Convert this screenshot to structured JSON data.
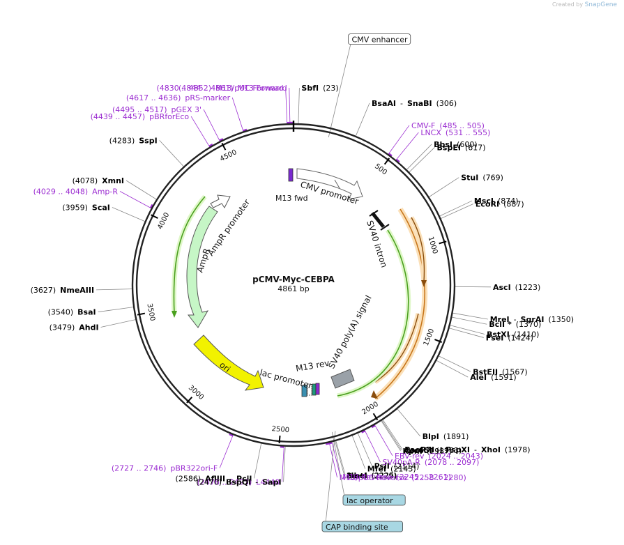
{
  "credit": {
    "prefix": "Created by",
    "brand": "SnapGene"
  },
  "plasmid": {
    "name": "pCMV-Myc-CEBPA",
    "length": "4861 bp",
    "total_bp": 4861
  },
  "colors": {
    "enzyme": "#000000",
    "primer": "#9b2dd1",
    "leader": "#888888",
    "backbone": "#222222",
    "amp": "#c9f7c9",
    "ori": "#f5f500",
    "orange_feature": "#e8861a",
    "green_feature": "#4ca21f"
  },
  "ruler": [
    {
      "bp": 500,
      "label": "500"
    },
    {
      "bp": 1000,
      "label": "1000"
    },
    {
      "bp": 1500,
      "label": "1500"
    },
    {
      "bp": 2000,
      "label": "2000"
    },
    {
      "bp": 2500,
      "label": "2500"
    },
    {
      "bp": 3000,
      "label": "3000"
    },
    {
      "bp": 3500,
      "label": "3500"
    },
    {
      "bp": 4000,
      "label": "4000"
    },
    {
      "bp": 4500,
      "label": "4500"
    }
  ],
  "right_labels": [
    {
      "bp": 23,
      "parts": [
        {
          "t": "SbfI",
          "b": true
        },
        {
          "t": "(23)"
        }
      ]
    },
    {
      "bp": 306,
      "parts": [
        {
          "t": "BsaAI",
          "b": true
        },
        {
          "t": "-"
        },
        {
          "t": "SnaBI",
          "b": true
        },
        {
          "t": "(306)"
        }
      ]
    },
    {
      "bp": 485,
      "kind": "primer",
      "parts": [
        {
          "t": "CMV-F"
        },
        {
          "t": "(485 .. 505)"
        }
      ]
    },
    {
      "bp": 531,
      "kind": "primer",
      "parts": [
        {
          "t": "LNCX"
        },
        {
          "t": "(531 .. 555)"
        }
      ]
    },
    {
      "bp": 600,
      "parts": [
        {
          "t": "BbsI",
          "b": true
        },
        {
          "t": "(600)"
        }
      ]
    },
    {
      "bp": 617,
      "parts": [
        {
          "t": "BspEI",
          "b": true
        },
        {
          "t": "(617)"
        }
      ]
    },
    {
      "bp": 769,
      "parts": [
        {
          "t": "StuI",
          "b": true
        },
        {
          "t": "(769)"
        }
      ]
    },
    {
      "bp": 874,
      "parts": [
        {
          "t": "MscI",
          "b": true
        },
        {
          "t": "(874)"
        }
      ]
    },
    {
      "bp": 887,
      "parts": [
        {
          "t": "EcoRI",
          "b": true
        },
        {
          "t": "(887)"
        }
      ]
    },
    {
      "bp": 1223,
      "parts": [
        {
          "t": "AscI",
          "b": true
        },
        {
          "t": "(1223)"
        }
      ]
    },
    {
      "bp": 1350,
      "parts": [
        {
          "t": "MreI",
          "b": true
        },
        {
          "t": "-"
        },
        {
          "t": "SgrAI",
          "b": true
        },
        {
          "t": "(1350)"
        }
      ]
    },
    {
      "bp": 1370,
      "parts": [
        {
          "t": "BclI *",
          "b": true
        },
        {
          "t": "(1370)"
        }
      ]
    },
    {
      "bp": 1410,
      "parts": [
        {
          "t": "BstXI",
          "b": true
        },
        {
          "t": "(1410)"
        }
      ]
    },
    {
      "bp": 1424,
      "parts": [
        {
          "t": "FseI",
          "b": true
        },
        {
          "t": "(1424)"
        }
      ]
    },
    {
      "bp": 1567,
      "parts": [
        {
          "t": "BstEII",
          "b": true
        },
        {
          "t": "(1567)"
        }
      ]
    },
    {
      "bp": 1591,
      "parts": [
        {
          "t": "AleI",
          "b": true
        },
        {
          "t": "(1591)"
        }
      ]
    },
    {
      "bp": 1891,
      "parts": [
        {
          "t": "BlpI",
          "b": true
        },
        {
          "t": "(1891)"
        }
      ]
    },
    {
      "bp": 1978,
      "parts": [
        {
          "t": "PaeR7I",
          "b": true
        },
        {
          "t": "-"
        },
        {
          "t": "PspXI",
          "b": true
        },
        {
          "t": "-"
        },
        {
          "t": "XhoI",
          "b": true
        },
        {
          "t": "(1978)"
        }
      ]
    },
    {
      "bp": 1983,
      "parts": [
        {
          "t": "Acc65I",
          "b": true
        },
        {
          "t": "(1983)"
        }
      ]
    },
    {
      "bp": 1987,
      "parts": [
        {
          "t": "KpnI",
          "b": true
        },
        {
          "t": "(1987)"
        }
      ]
    },
    {
      "bp": 2024,
      "kind": "primer",
      "parts": [
        {
          "t": "EBV-rev"
        },
        {
          "t": "(2024 .. 2043)"
        }
      ]
    },
    {
      "bp": 2078,
      "kind": "primer",
      "parts": [
        {
          "t": "SV40pA-R"
        },
        {
          "t": "(2078 .. 2097)"
        }
      ]
    },
    {
      "bp": 2114,
      "parts": [
        {
          "t": "PsiI",
          "b": true
        },
        {
          "t": "(2114)"
        }
      ]
    },
    {
      "bp": 2143,
      "parts": [
        {
          "t": "MfeI",
          "b": true
        },
        {
          "t": "(2143)"
        }
      ]
    },
    {
      "bp": 2225,
      "parts": [
        {
          "t": "NheI",
          "b": true
        },
        {
          "t": "(2225)"
        }
      ]
    },
    {
      "bp": 2229,
      "parts": [
        {
          "t": "BmtI",
          "b": true
        },
        {
          "t": "(2229)"
        }
      ]
    },
    {
      "bp": 2245,
      "kind": "primer",
      "parts": [
        {
          "t": "M13 Reverse"
        },
        {
          "t": "(2245 .. 2261)"
        }
      ]
    },
    {
      "bp": 2258,
      "kind": "primer",
      "parts": [
        {
          "t": "M13/pUC Reverse"
        },
        {
          "t": "(2258 .. 2280)"
        }
      ]
    }
  ],
  "left_labels": [
    {
      "bp": 4844,
      "kind": "primer",
      "parts": [
        {
          "t": "(4844 .. 4861)"
        },
        {
          "t": "M13 Forward"
        }
      ]
    },
    {
      "bp": 4830,
      "kind": "primer",
      "parts": [
        {
          "t": "(4830 .. 4852)"
        },
        {
          "t": "M13/pUC Forward"
        }
      ]
    },
    {
      "bp": 4617,
      "kind": "primer",
      "parts": [
        {
          "t": "(4617 .. 4636)"
        },
        {
          "t": "pRS-marker"
        }
      ]
    },
    {
      "bp": 4495,
      "kind": "primer",
      "parts": [
        {
          "t": "(4495 .. 4517)"
        },
        {
          "t": "pGEX 3'"
        }
      ]
    },
    {
      "bp": 4439,
      "kind": "primer",
      "parts": [
        {
          "t": "(4439 .. 4457)"
        },
        {
          "t": "pBRforEco"
        }
      ]
    },
    {
      "bp": 4283,
      "parts": [
        {
          "t": "(4283)"
        },
        {
          "t": "SspI",
          "b": true
        }
      ]
    },
    {
      "bp": 4078,
      "parts": [
        {
          "t": "(4078)"
        },
        {
          "t": "XmnI",
          "b": true
        }
      ]
    },
    {
      "bp": 4029,
      "kind": "primer",
      "parts": [
        {
          "t": "(4029 .. 4048)"
        },
        {
          "t": "Amp-R"
        }
      ]
    },
    {
      "bp": 3959,
      "parts": [
        {
          "t": "(3959)"
        },
        {
          "t": "ScaI",
          "b": true
        }
      ]
    },
    {
      "bp": 3627,
      "parts": [
        {
          "t": "(3627)"
        },
        {
          "t": "NmeAIII",
          "b": true
        }
      ]
    },
    {
      "bp": 3540,
      "parts": [
        {
          "t": "(3540)"
        },
        {
          "t": "BsaI",
          "b": true
        }
      ]
    },
    {
      "bp": 3479,
      "parts": [
        {
          "t": "(3479)"
        },
        {
          "t": "AhdI",
          "b": true
        }
      ]
    },
    {
      "bp": 2727,
      "kind": "primer",
      "parts": [
        {
          "t": "(2727 .. 2746)"
        },
        {
          "t": "pBR322ori-F"
        }
      ]
    },
    {
      "bp": 2586,
      "parts": [
        {
          "t": "(2586)"
        },
        {
          "t": "AflIII",
          "b": true
        },
        {
          "t": "-"
        },
        {
          "t": "PciI",
          "b": true
        }
      ]
    },
    {
      "bp": 2476,
      "kind": "primer",
      "parts": [
        {
          "t": "(2476 .. 2493)"
        },
        {
          "t": "L4440"
        }
      ]
    },
    {
      "bp": 2470,
      "parts": [
        {
          "t": "(2470)"
        },
        {
          "t": "BspQI",
          "b": true
        },
        {
          "t": "-"
        },
        {
          "t": "SapI",
          "b": true
        }
      ]
    }
  ],
  "boxed_labels": [
    {
      "bp": 180,
      "text": "CMV enhancer",
      "fill": "#ffffff"
    },
    {
      "bp": 2232,
      "text": "lac operator",
      "fill": "#a8d7e3"
    },
    {
      "bp": 2215,
      "text": "CAP binding site",
      "fill": "#a8d7e3"
    }
  ],
  "features": [
    {
      "text": "CMV promoter"
    },
    {
      "text": "M13 fwd"
    },
    {
      "text": "SV40 intron"
    },
    {
      "text": "SV40 poly(A) signal"
    },
    {
      "text": "M13 rev"
    },
    {
      "text": "lac promoter"
    },
    {
      "text": "ori"
    },
    {
      "text": "AmpR"
    },
    {
      "text": "AmpR promoter"
    }
  ]
}
